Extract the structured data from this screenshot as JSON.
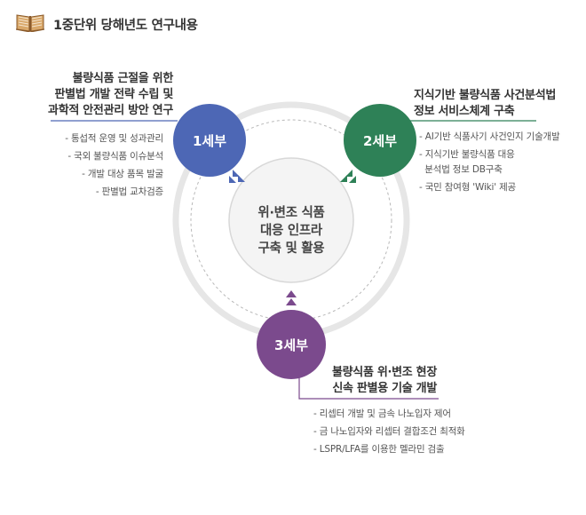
{
  "header": {
    "title": "1중단위 당해년도 연구내용",
    "icon": "open-book-icon"
  },
  "colors": {
    "node1": "#4d67b5",
    "node2": "#2e8157",
    "node3": "#7b4a8d",
    "ring": "#e4e4e4",
    "center_fill": "#f4f4f4"
  },
  "center": {
    "lines": [
      "위·변조 식품",
      "대응 인프라",
      "구축 및 활용"
    ]
  },
  "nodes": [
    {
      "label": "1세부",
      "heading": [
        "불량식품 근절을 위한",
        "판별법 개발 전략 수립 및",
        "과학적 안전관리 방안 연구"
      ],
      "items": [
        "- 통섭적 운영 및 성과관리",
        "- 국외 불량식품 이슈분석",
        "- 개발 대상 품목 발굴",
        "- 판별법 교차검증"
      ]
    },
    {
      "label": "2세부",
      "heading": [
        "지식기반 불량식품 사건분석법",
        "정보 서비스체계 구축"
      ],
      "items": [
        "- AI기반 식품사기 사건인지 기술개발",
        "- 지식기반 불량식품 대응",
        "  분석법 정보 DB구축",
        "- 국민 참여형 'Wiki' 제공"
      ]
    },
    {
      "label": "3세부",
      "heading": [
        "불량식품 위·변조 현장",
        "신속 판별용 기술 개발"
      ],
      "items": [
        "- 리셉터 개발 및 금속 나노입자 제어",
        "- 금 나노입자와 리셉터 결합조건 최적화",
        "- LSPR/LFA를 이용한 멜라민 검출"
      ]
    }
  ]
}
